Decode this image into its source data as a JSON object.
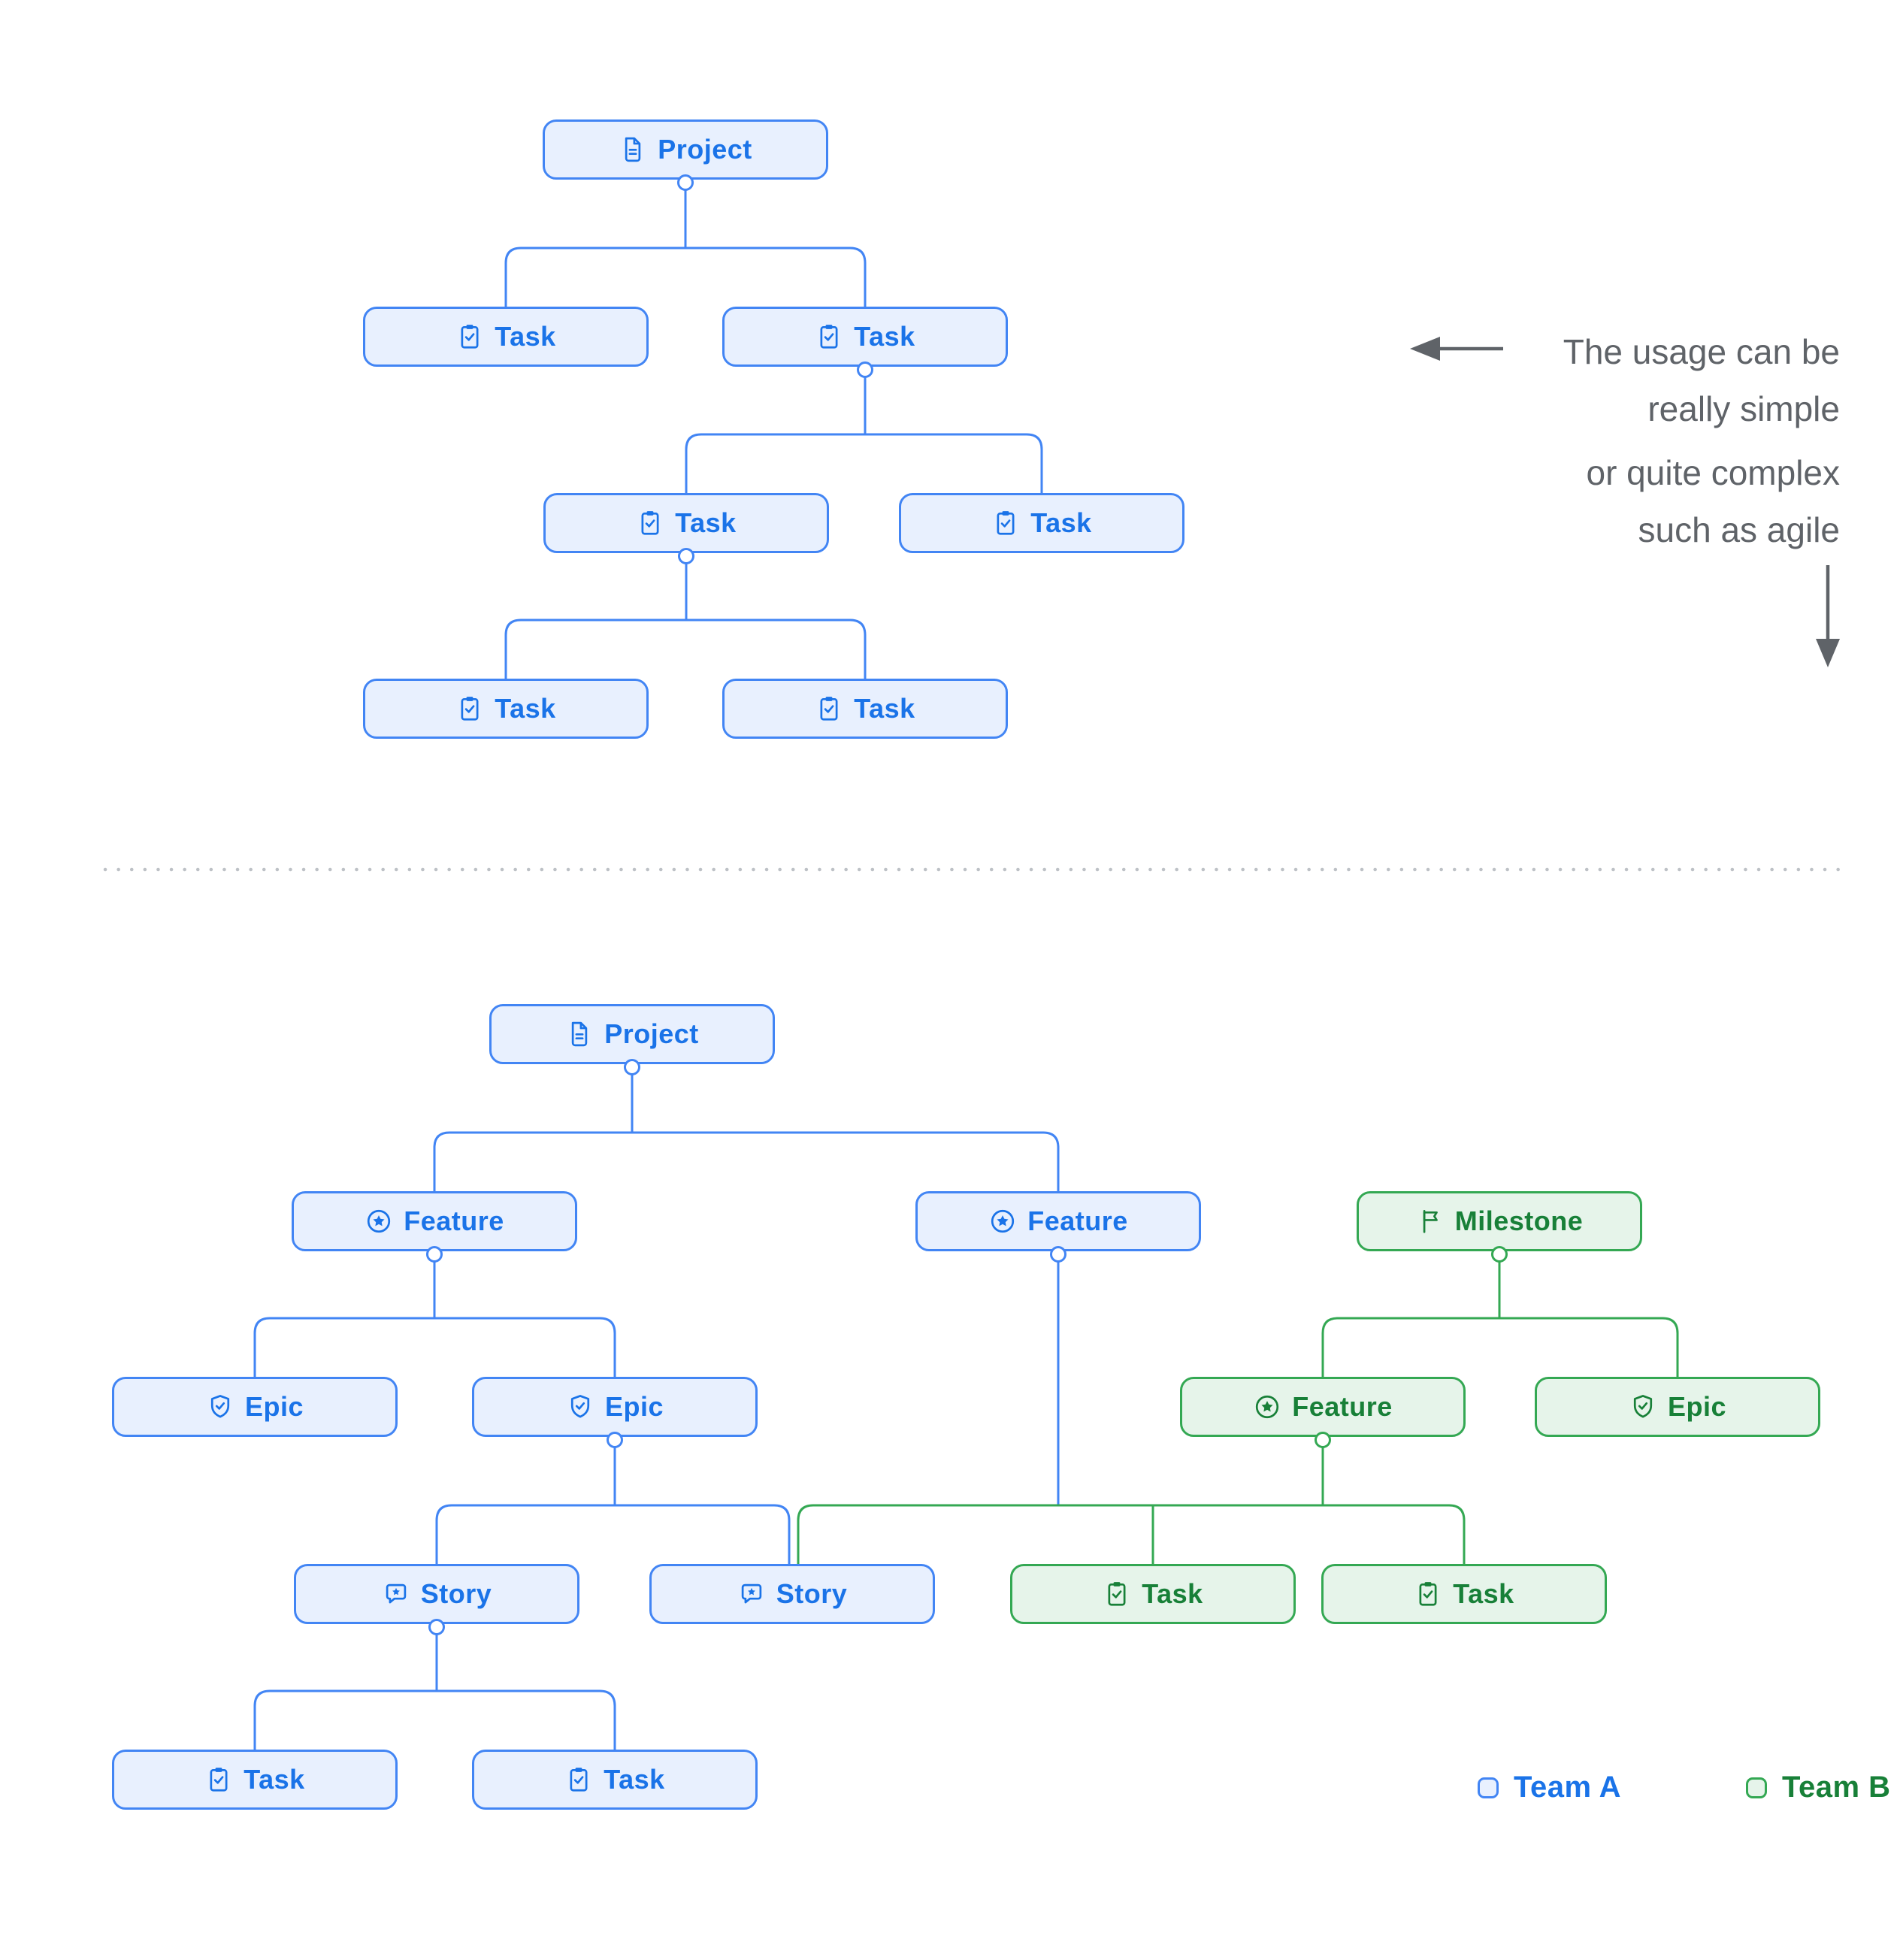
{
  "page": {
    "background": "#FFFFFF",
    "description": "Illustration of work-item hierarchies: a simple tree and a complex agile tree"
  },
  "annotations": {
    "simple_note": {
      "line1": "The usage can be",
      "line2": "really simple"
    },
    "complex_note": {
      "line1": "or quite complex",
      "line2": "such as agile"
    },
    "left_arrow": "arrow pointing left toward the simple hierarchy",
    "down_arrow": "arrow pointing down toward the complex hierarchy"
  },
  "legend": {
    "team_a": {
      "label": "Team A",
      "border": "#4285F4",
      "fill": "#E8F0FE",
      "text": "#1A73E8"
    },
    "team_b": {
      "label": "Team B",
      "border": "#34A853",
      "fill": "#E6F4EA",
      "text": "#188038"
    }
  },
  "colors": {
    "team_a_border": "#4285F4",
    "team_a_fill": "#E8F0FE",
    "team_a_text": "#1A73E8",
    "team_b_border": "#34A853",
    "team_b_fill": "#E6F4EA",
    "team_b_text": "#188038",
    "annotation_text": "#5F6368",
    "divider_dots": "#BDC1C6",
    "background": "#FFFFFF"
  },
  "diagram_data": {
    "simple_hierarchy": {
      "nodes": [
        {
          "id": "p1",
          "type": "project",
          "label": "Project",
          "team": "A"
        },
        {
          "id": "t1",
          "type": "task",
          "label": "Task",
          "team": "A"
        },
        {
          "id": "t2",
          "type": "task",
          "label": "Task",
          "team": "A"
        },
        {
          "id": "t3",
          "type": "task",
          "label": "Task",
          "team": "A"
        },
        {
          "id": "t4",
          "type": "task",
          "label": "Task",
          "team": "A"
        },
        {
          "id": "t5",
          "type": "task",
          "label": "Task",
          "team": "A"
        },
        {
          "id": "t6",
          "type": "task",
          "label": "Task",
          "team": "A"
        }
      ],
      "edges": [
        [
          "p1",
          "t1"
        ],
        [
          "p1",
          "t2"
        ],
        [
          "t2",
          "t3"
        ],
        [
          "t2",
          "t4"
        ],
        [
          "t3",
          "t5"
        ],
        [
          "t3",
          "t6"
        ]
      ]
    },
    "complex_hierarchy": {
      "nodes": [
        {
          "id": "p2",
          "type": "project",
          "label": "Project",
          "team": "A"
        },
        {
          "id": "f1",
          "type": "feature",
          "label": "Feature",
          "team": "A"
        },
        {
          "id": "f2",
          "type": "feature",
          "label": "Feature",
          "team": "A"
        },
        {
          "id": "m1",
          "type": "milestone",
          "label": "Milestone",
          "team": "B"
        },
        {
          "id": "e1",
          "type": "epic",
          "label": "Epic",
          "team": "A"
        },
        {
          "id": "e2",
          "type": "epic",
          "label": "Epic",
          "team": "A"
        },
        {
          "id": "gf1",
          "type": "feature",
          "label": "Feature",
          "team": "B"
        },
        {
          "id": "ge1",
          "type": "epic",
          "label": "Epic",
          "team": "B"
        },
        {
          "id": "s1",
          "type": "story",
          "label": "Story",
          "team": "A"
        },
        {
          "id": "s2",
          "type": "story",
          "label": "Story",
          "team": "A"
        },
        {
          "id": "gt1",
          "type": "task",
          "label": "Task",
          "team": "B"
        },
        {
          "id": "gt2",
          "type": "task",
          "label": "Task",
          "team": "B"
        },
        {
          "id": "t7",
          "type": "task",
          "label": "Task",
          "team": "A"
        },
        {
          "id": "t8",
          "type": "task",
          "label": "Task",
          "team": "A"
        }
      ],
      "edges": [
        [
          "p2",
          "f1"
        ],
        [
          "p2",
          "f2"
        ],
        [
          "f1",
          "e1"
        ],
        [
          "f1",
          "e2"
        ],
        [
          "e2",
          "s1"
        ],
        [
          "e2",
          "s2"
        ],
        [
          "f2",
          "s2"
        ],
        [
          "m1",
          "gf1"
        ],
        [
          "m1",
          "ge1"
        ],
        [
          "gf1",
          "gt1"
        ],
        [
          "gf1",
          "gt2"
        ],
        [
          "s1",
          "t7"
        ],
        [
          "s1",
          "t8"
        ]
      ]
    }
  }
}
